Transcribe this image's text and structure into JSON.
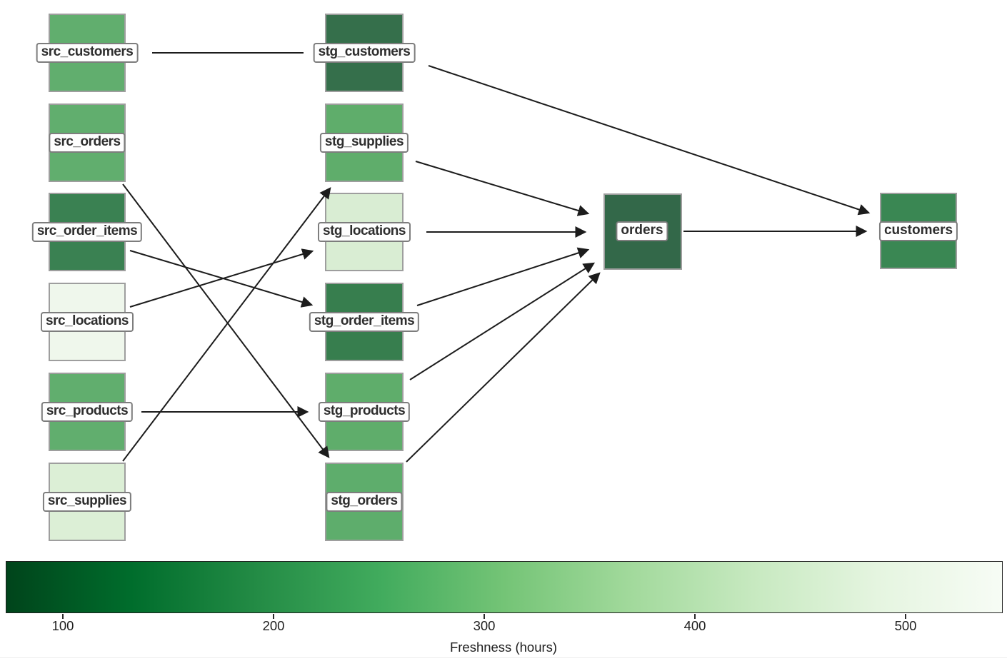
{
  "figure": {
    "background": "#ffffff",
    "edge_color": "#1c1c1c",
    "node_border_color": "#9e9e9e",
    "label_border_color": "#7d7d7d",
    "label_text_color": "#2e2e2e"
  },
  "graph": {
    "nodes": [
      {
        "id": "src_customers",
        "label": "src_customers",
        "color": "#61ae6e",
        "kind": "source"
      },
      {
        "id": "src_orders",
        "label": "src_orders",
        "color": "#61ae6e",
        "kind": "source"
      },
      {
        "id": "src_order_items",
        "label": "src_order_items",
        "color": "#3a8152",
        "kind": "source"
      },
      {
        "id": "src_locations",
        "label": "src_locations",
        "color": "#eff7ec",
        "kind": "source"
      },
      {
        "id": "src_products",
        "label": "src_products",
        "color": "#61ae6e",
        "kind": "source"
      },
      {
        "id": "src_supplies",
        "label": "src_supplies",
        "color": "#dcefd6",
        "kind": "source"
      },
      {
        "id": "stg_customers",
        "label": "stg_customers",
        "color": "#356f4b",
        "kind": "staging"
      },
      {
        "id": "stg_supplies",
        "label": "stg_supplies",
        "color": "#5fad6b",
        "kind": "staging"
      },
      {
        "id": "stg_locations",
        "label": "stg_locations",
        "color": "#d9edd3",
        "kind": "staging"
      },
      {
        "id": "stg_order_items",
        "label": "stg_order_items",
        "color": "#377e4e",
        "kind": "staging"
      },
      {
        "id": "stg_products",
        "label": "stg_products",
        "color": "#5fad6b",
        "kind": "staging"
      },
      {
        "id": "stg_orders",
        "label": "stg_orders",
        "color": "#5ead6c",
        "kind": "staging"
      },
      {
        "id": "orders",
        "label": "orders",
        "color": "#336849",
        "kind": "model"
      },
      {
        "id": "customers",
        "label": "customers",
        "color": "#3a8753",
        "kind": "model"
      }
    ],
    "edges": [
      {
        "from": "src_customers",
        "to": "stg_customers",
        "arrow": false
      },
      {
        "from": "src_orders",
        "to": "stg_orders",
        "arrow": true
      },
      {
        "from": "src_order_items",
        "to": "stg_order_items",
        "arrow": true
      },
      {
        "from": "src_locations",
        "to": "stg_locations",
        "arrow": true
      },
      {
        "from": "src_products",
        "to": "stg_products",
        "arrow": true
      },
      {
        "from": "src_supplies",
        "to": "stg_supplies",
        "arrow": true
      },
      {
        "from": "stg_customers",
        "to": "customers",
        "arrow": true
      },
      {
        "from": "stg_supplies",
        "to": "orders",
        "arrow": true
      },
      {
        "from": "stg_locations",
        "to": "orders",
        "arrow": true
      },
      {
        "from": "stg_order_items",
        "to": "orders",
        "arrow": true
      },
      {
        "from": "stg_products",
        "to": "orders",
        "arrow": true
      },
      {
        "from": "stg_orders",
        "to": "orders",
        "arrow": true
      },
      {
        "from": "orders",
        "to": "customers",
        "arrow": true
      }
    ]
  },
  "colorbar": {
    "label": "Freshness (hours)",
    "ticks": [
      "100",
      "200",
      "300",
      "400",
      "500"
    ],
    "gradient": [
      "#00441b",
      "#006d2c",
      "#238b45",
      "#41ab5d",
      "#74c476",
      "#a1d99b",
      "#c7e9c0",
      "#e5f5e0",
      "#f7fcf5"
    ]
  }
}
